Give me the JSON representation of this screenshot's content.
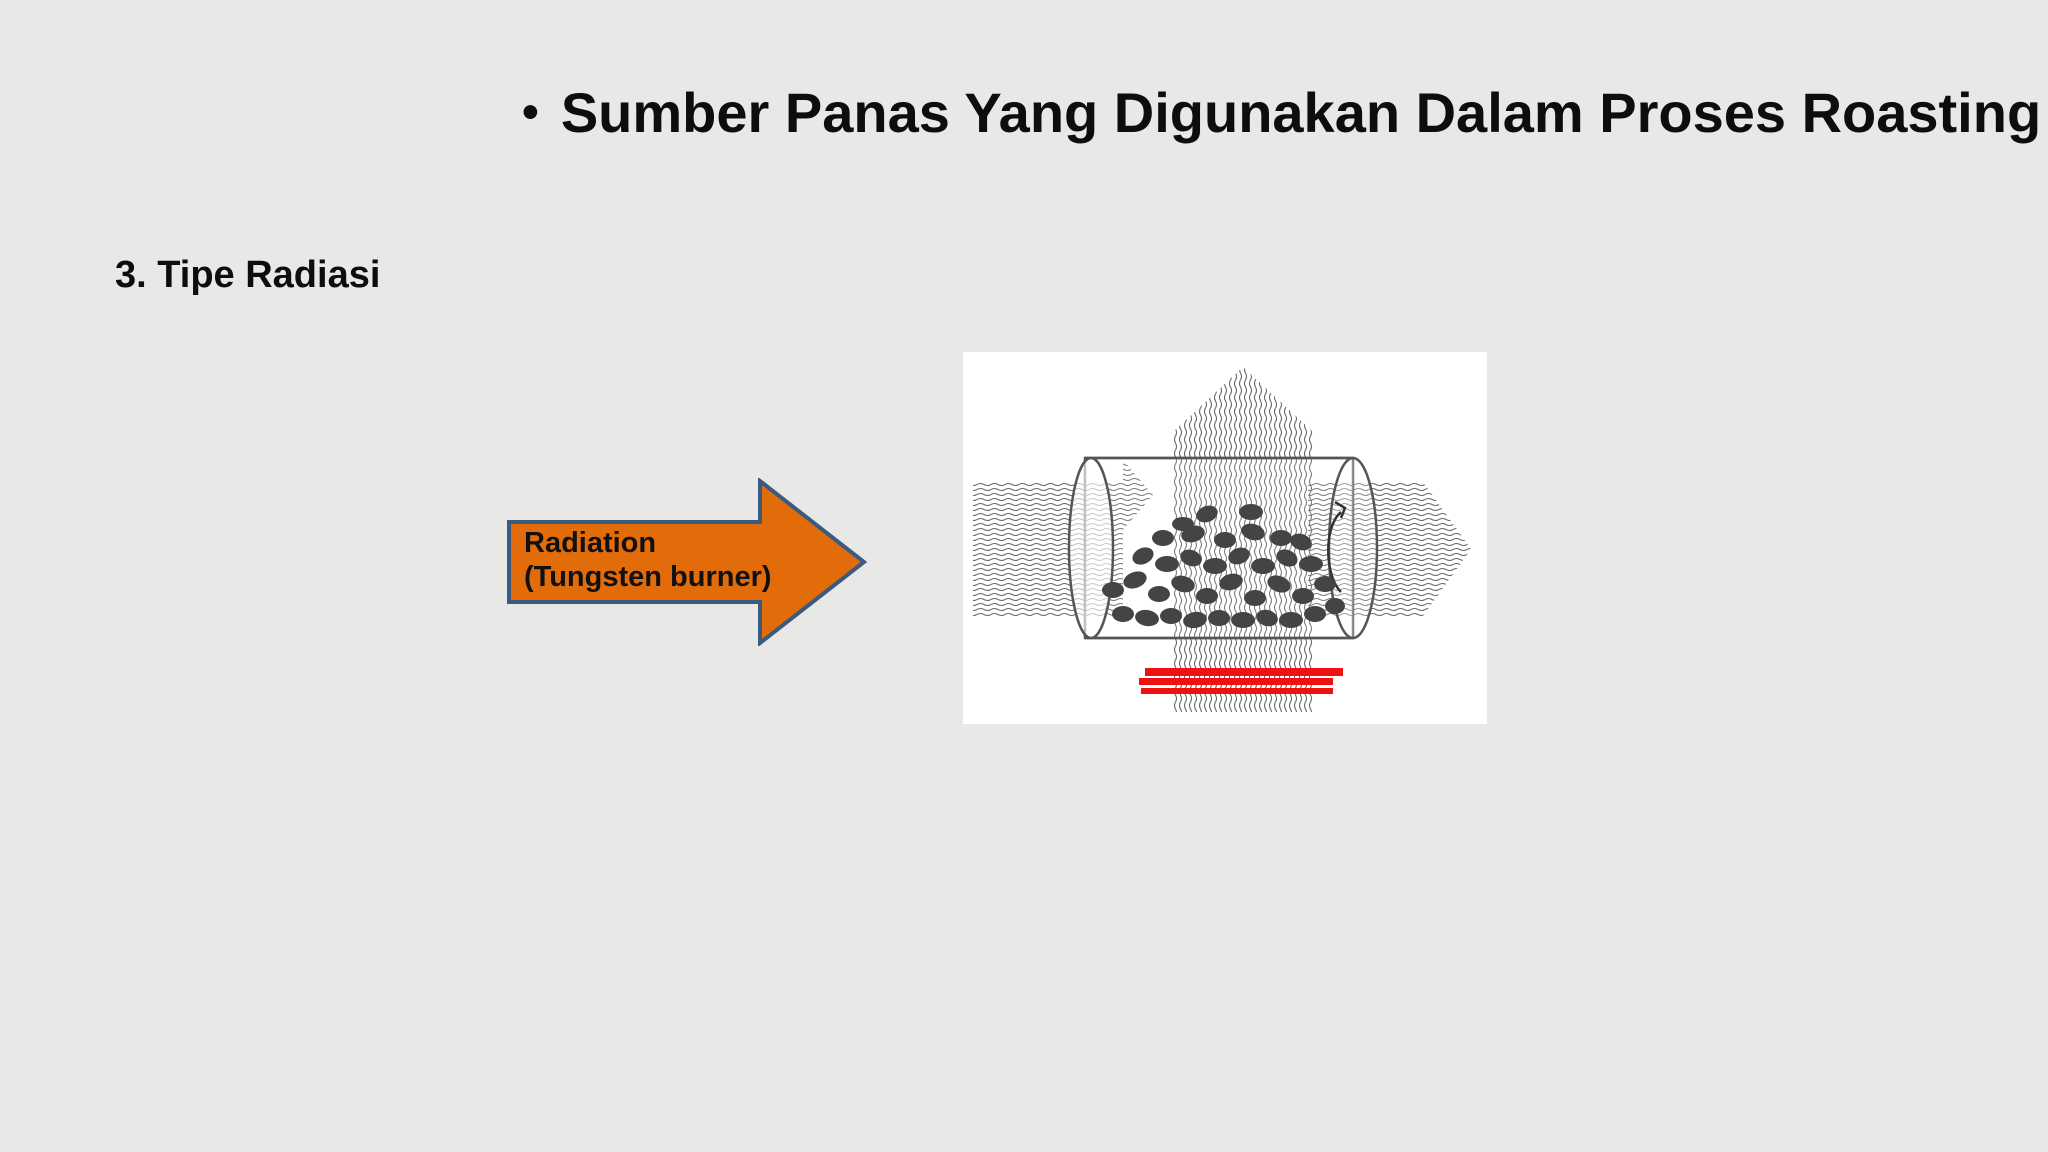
{
  "slide": {
    "bullet": "•",
    "title": "Sumber Panas Yang Digunakan Dalam Proses Roasting",
    "subtitle": "3. Tipe Radiasi"
  },
  "arrow": {
    "line1": "Radiation",
    "line2": "(Tungsten burner)",
    "fill_color": "#e36c0a",
    "border_color": "#3a5a80"
  },
  "diagram": {
    "icon": "roaster-drum-radiation-diagram",
    "heat_source_color": "#ee1111",
    "bean_color": "#444444"
  }
}
